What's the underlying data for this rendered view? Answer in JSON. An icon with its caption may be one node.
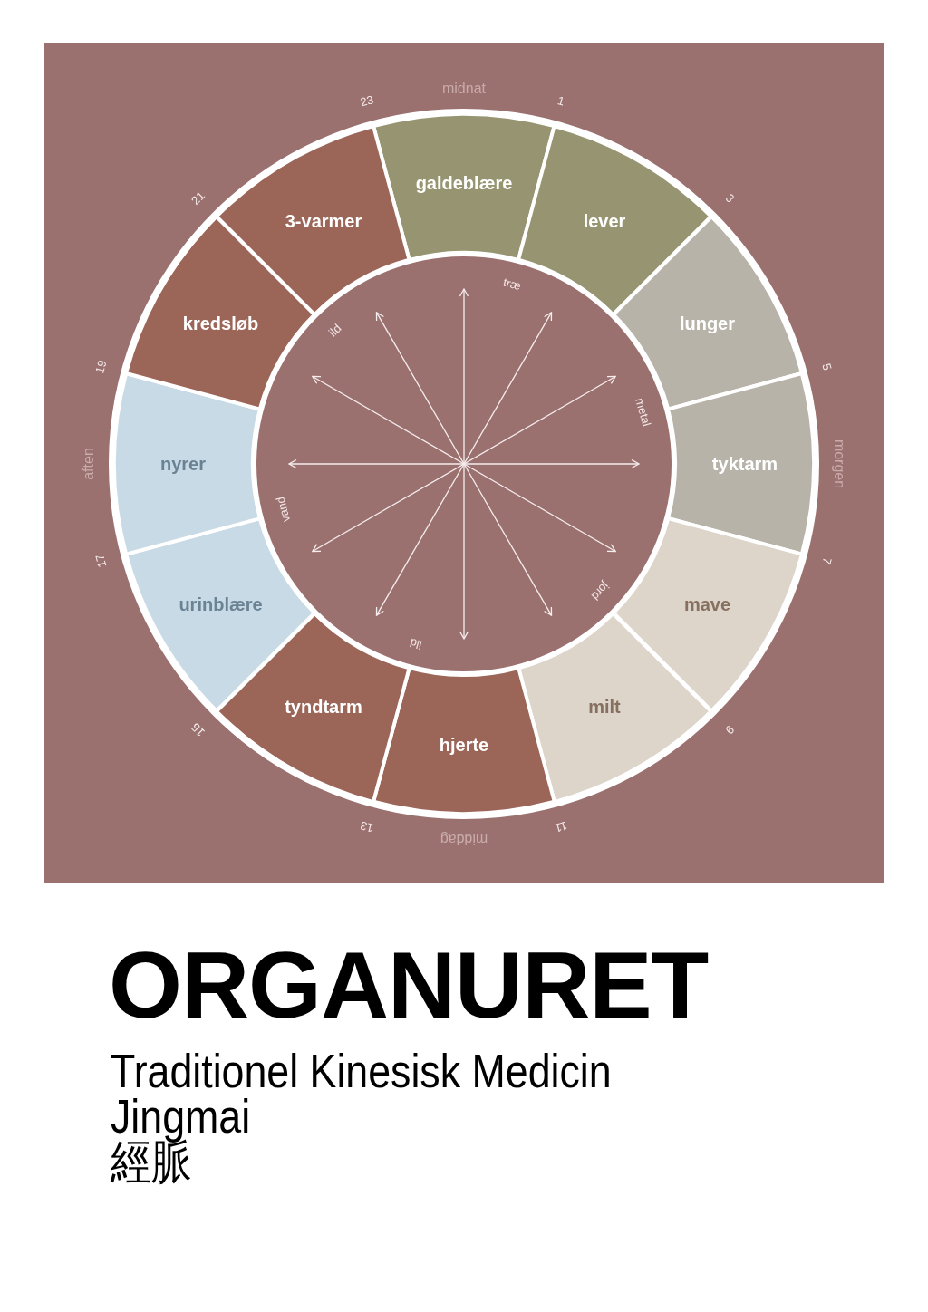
{
  "diagram": {
    "title": "ORGANURET",
    "nodes": [
      {
        "text": [
          "galdeblære"
        ]
      },
      {
        "text": [
          "lever"
        ]
      },
      {
        "text": [
          "lunger"
        ]
      },
      {
        "text": [
          "tyktarm"
        ]
      },
      {
        "text": [
          "mave"
        ]
      },
      {
        "text": [
          "milt"
        ]
      },
      {
        "text": [
          "hjerte"
        ]
      },
      {
        "text": [
          "tyndtarm"
        ]
      },
      {
        "text": [
          "urinblære"
        ]
      },
      {
        "text": [
          "nyrer"
        ]
      },
      {
        "text": [
          "kredsløb"
        ]
      },
      {
        "text": [
          "3-varmer"
        ]
      },
      {
        "text": [
          "træ",
          "metal",
          "jord",
          "ild",
          "vand",
          "ild"
        ]
      }
    ],
    "labels": [
      "midnat",
      "1",
      "3",
      "5",
      "morgen",
      "7",
      "9",
      "11",
      "middag",
      "13",
      "15",
      "17",
      "aften",
      "19",
      "21",
      "23",
      "Traditionel Kinesisk Medicin",
      "Jingmai",
      "經脈"
    ]
  }
}
